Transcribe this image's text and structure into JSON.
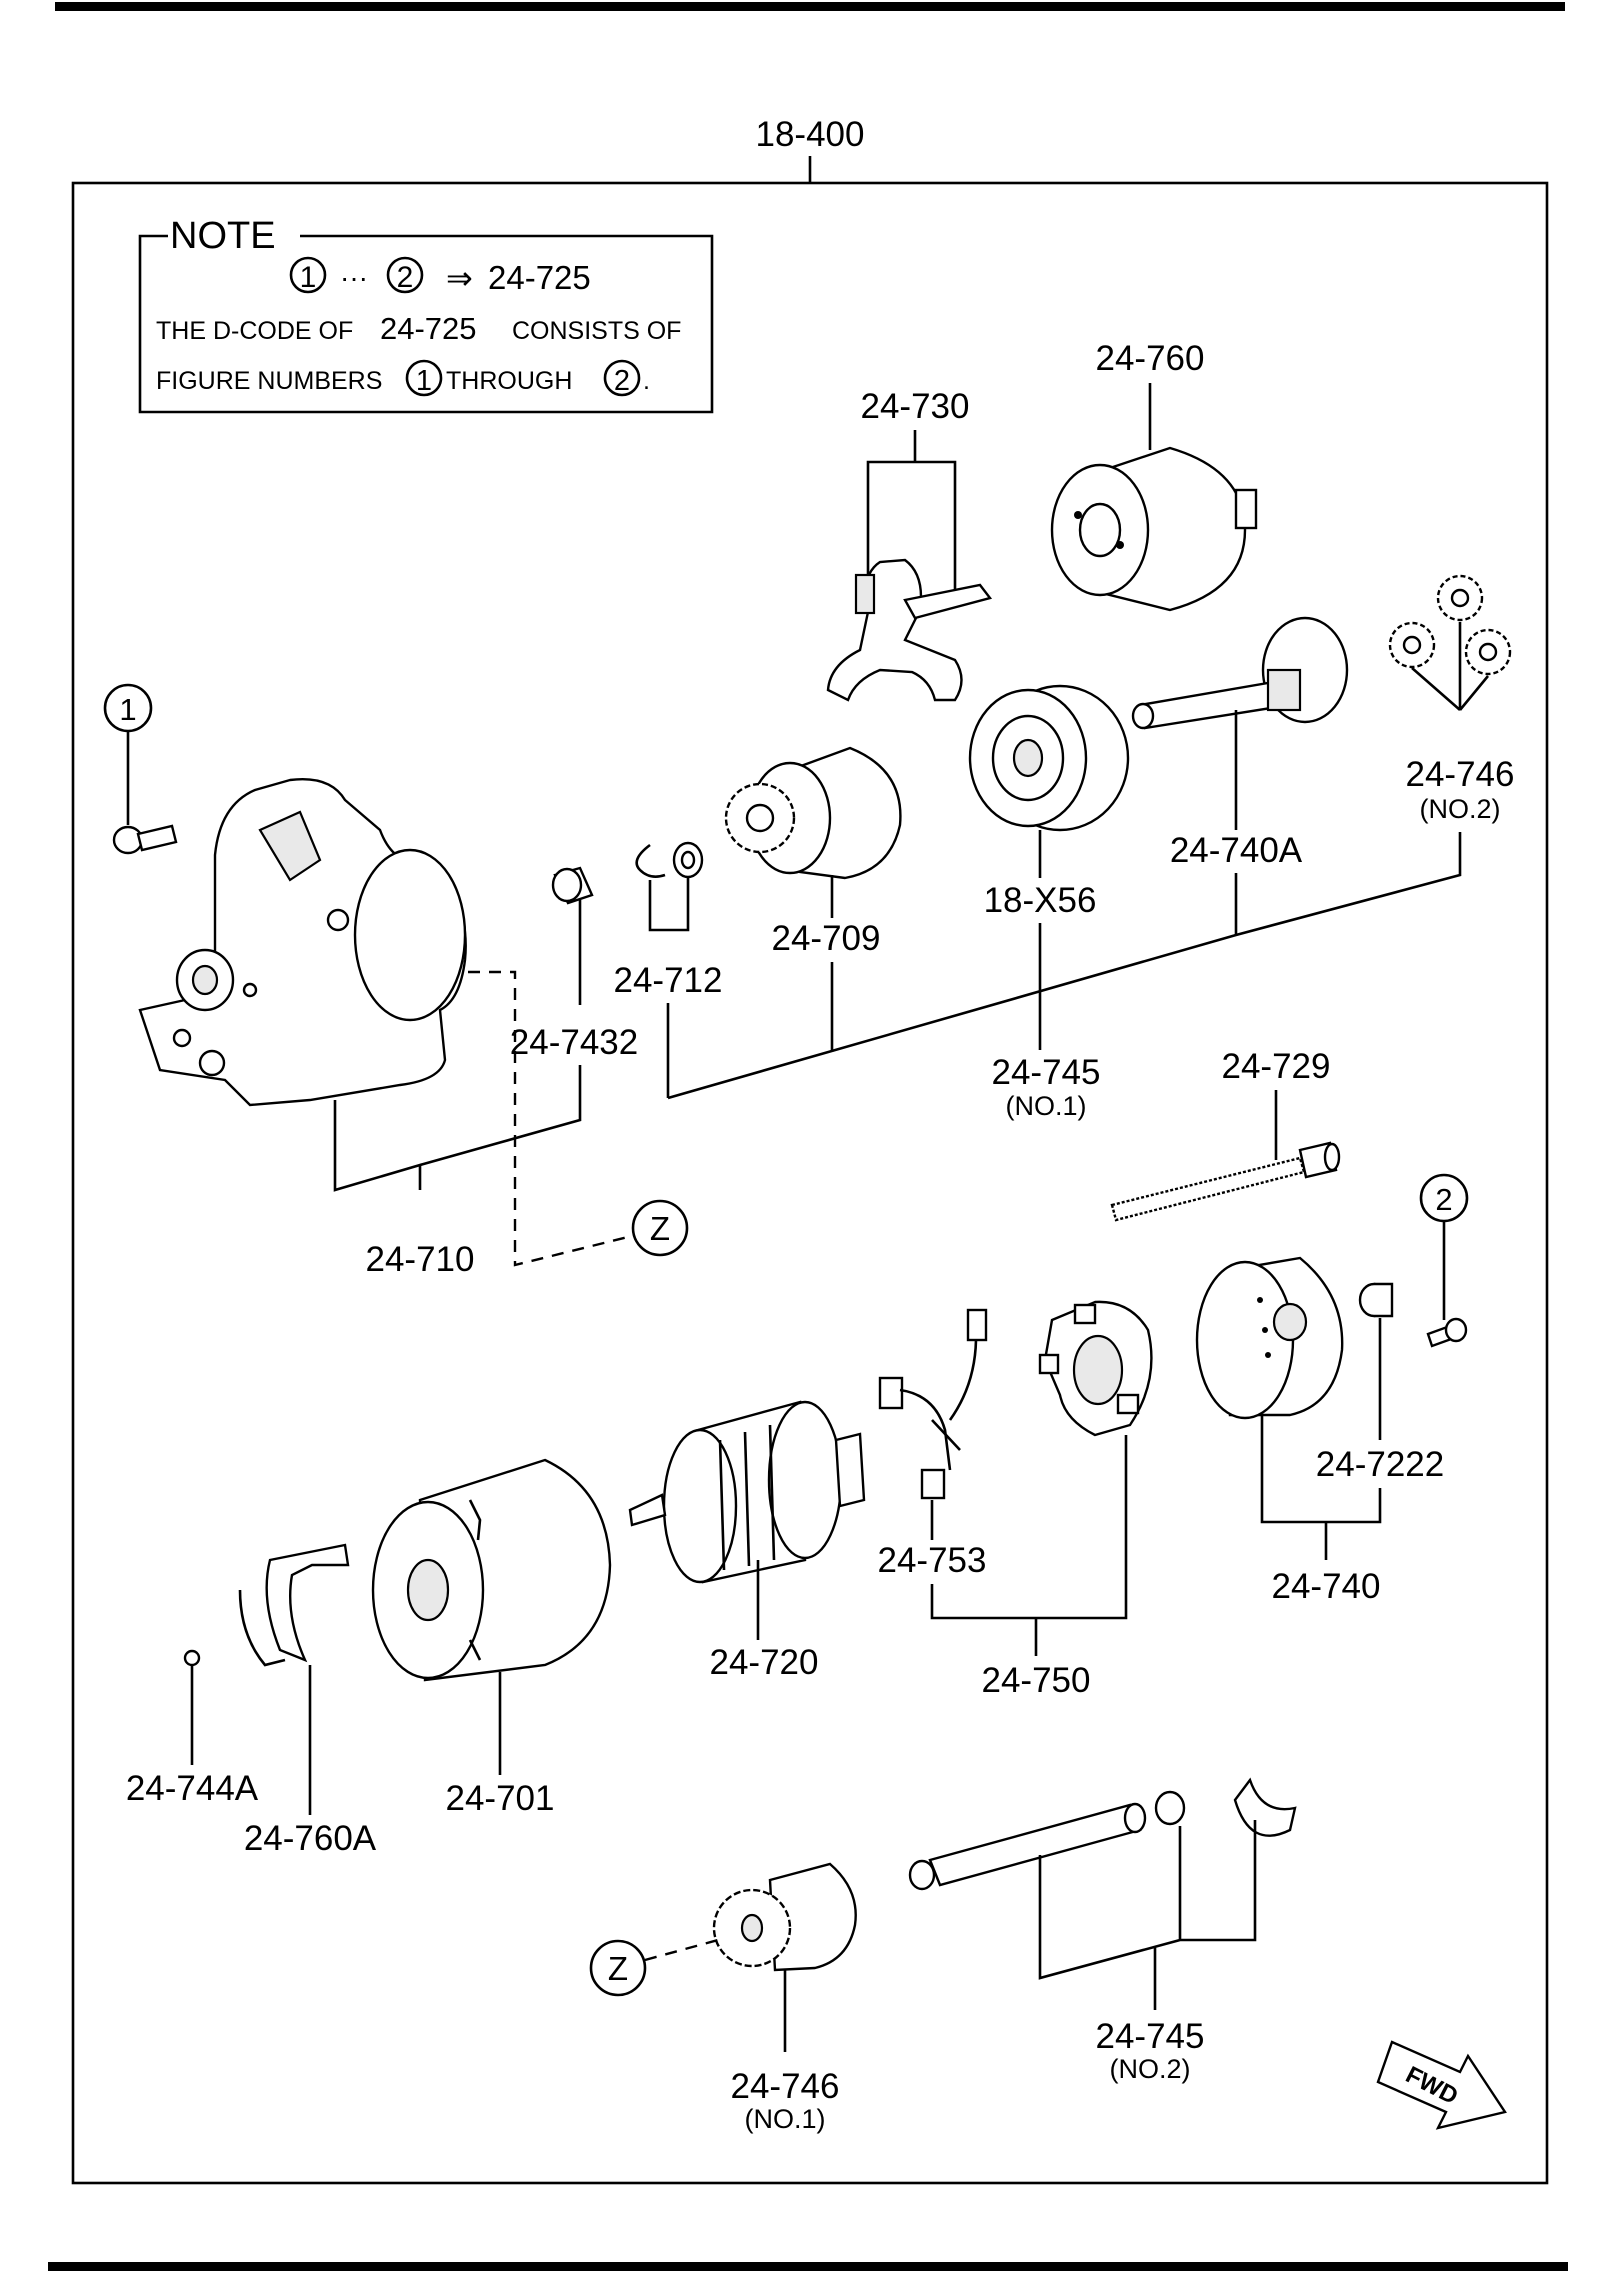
{
  "assembly_ref": "18-400",
  "note": {
    "title": "NOTE",
    "range_start": "1",
    "range_dots": "···",
    "range_end": "2",
    "arrow": "⇒",
    "range_code": "24-725",
    "line1_a": "THE D-CODE OF",
    "line1_b": "24-725",
    "line1_c": "CONSISTS OF",
    "line2_a": "FIGURE NUMBERS",
    "line2_b": "1",
    "line2_c": "THROUGH",
    "line2_d": "2",
    "line2_e": "."
  },
  "callouts": {
    "c1": "1",
    "c2": "2",
    "z_top": "Z",
    "z_bottom": "Z"
  },
  "fwd": "FWD",
  "parts": {
    "p24_760": "24-760",
    "p24_730": "24-730",
    "p24_746_no2": "24-746",
    "p24_746_no2_sub": "(NO.2)",
    "p24_740a": "24-740A",
    "p18_x56": "18-X56",
    "p24_709": "24-709",
    "p24_712": "24-712",
    "p24_7432": "24-7432",
    "p24_745_no1": "24-745",
    "p24_745_no1_sub": "(NO.1)",
    "p24_729": "24-729",
    "p24_710": "24-710",
    "p24_7222": "24-7222",
    "p24_740": "24-740",
    "p24_753": "24-753",
    "p24_750": "24-750",
    "p24_720": "24-720",
    "p24_744a": "24-744A",
    "p24_760a": "24-760A",
    "p24_701": "24-701",
    "p24_745_no2": "24-745",
    "p24_745_no2_sub": "(NO.2)",
    "p24_746_no1": "24-746",
    "p24_746_no1_sub": "(NO.1)"
  }
}
